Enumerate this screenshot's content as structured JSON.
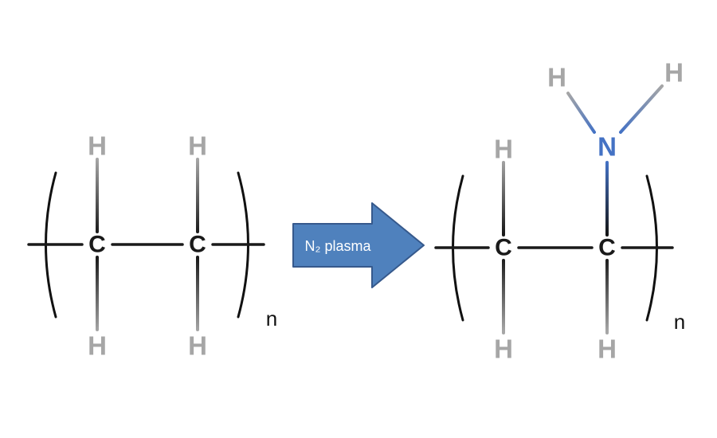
{
  "colors": {
    "background": "#ffffff",
    "hydrogen": "#a6a6a6",
    "carbon": "#1a1a1a",
    "nitrogen": "#4472c4",
    "bond": "#1a1a1a",
    "bracket": "#111111",
    "arrow_fill": "#4f81bd",
    "arrow_stroke": "#36598c",
    "arrow_text": "#ffffff"
  },
  "arrow": {
    "label": "N₂ plasma"
  },
  "left_molecule": {
    "atoms": {
      "h_top_1": "H",
      "h_top_2": "H",
      "c_1": "C",
      "c_2": "C",
      "h_bot_1": "H",
      "h_bot_2": "H"
    },
    "repeat_subscript": "n"
  },
  "right_molecule": {
    "atoms": {
      "h_amine_left": "H",
      "h_amine_right": "H",
      "n": "N",
      "h_top": "H",
      "c_1": "C",
      "c_2": "C",
      "h_bot_1": "H",
      "h_bot_2": "H"
    },
    "repeat_subscript": "n"
  }
}
